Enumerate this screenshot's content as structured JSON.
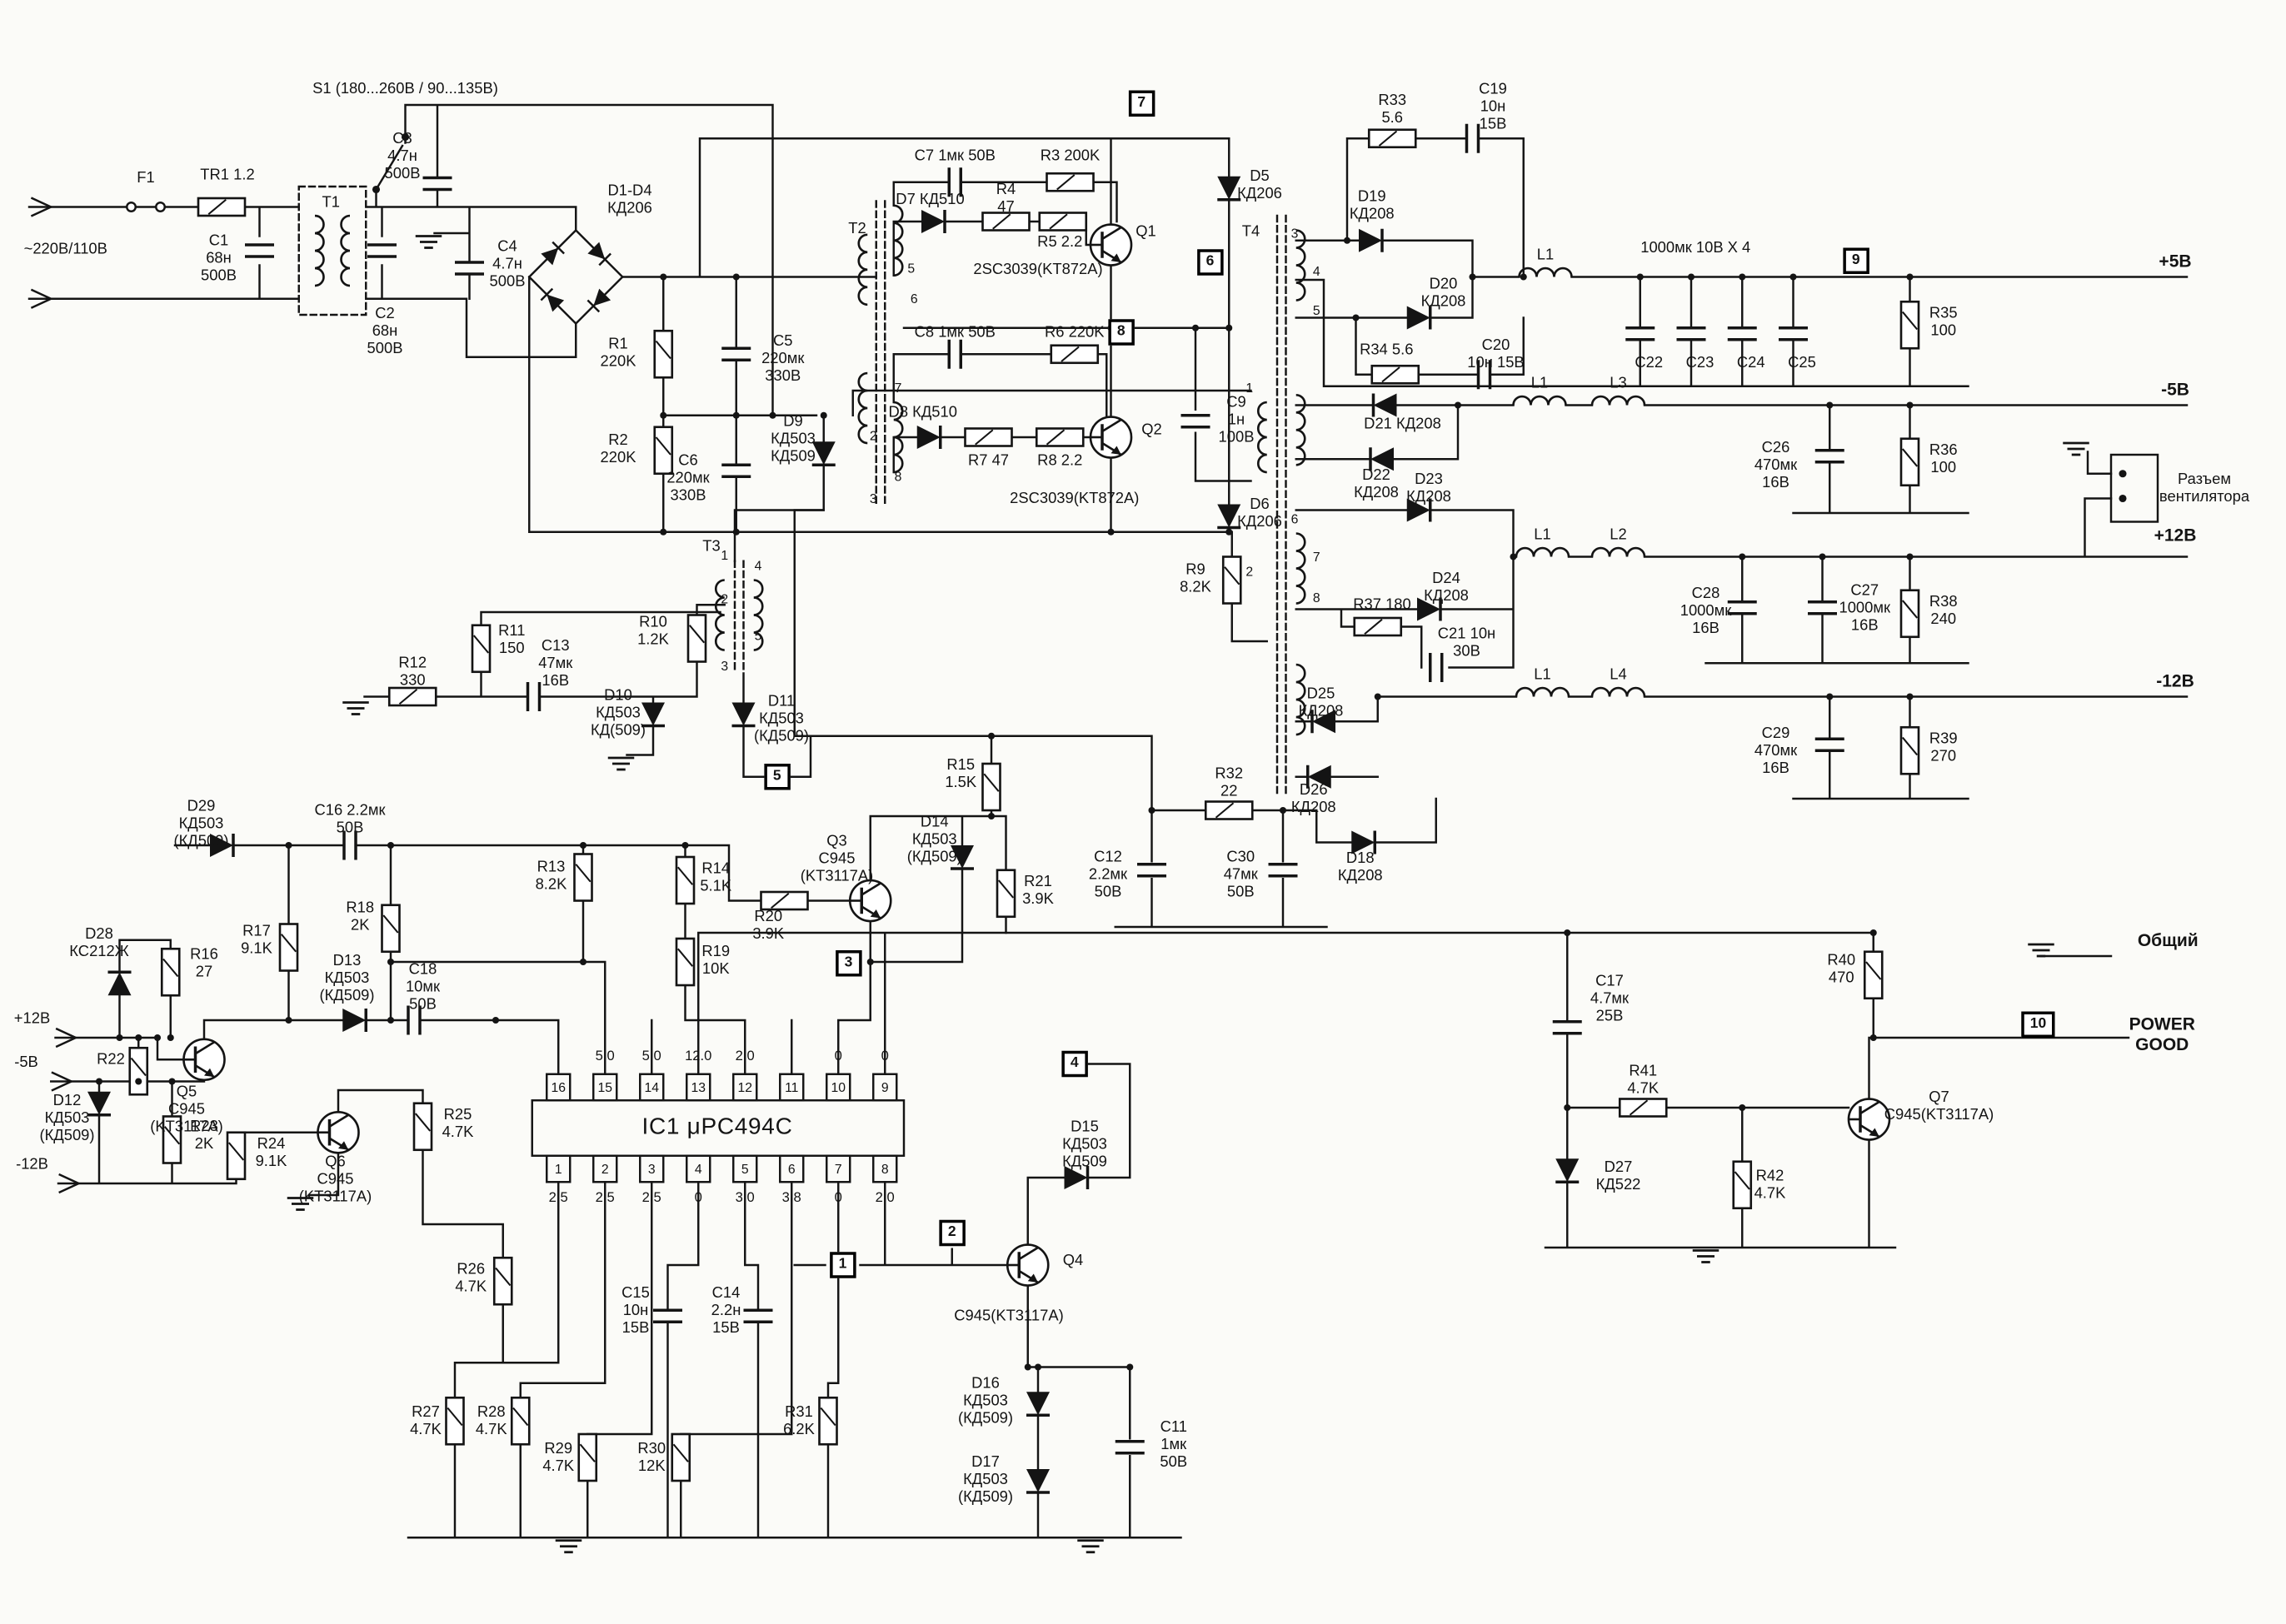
{
  "io": {
    "ac_input": "~220В/110В",
    "out_p5": "+5В",
    "out_m5": "-5В",
    "out_p12": "+12В",
    "out_m12": "-12В",
    "common": "Общий",
    "power_good": "POWER\nGOOD",
    "fan": "Разъем\nвентилятора",
    "sense_p12": "+12В",
    "sense_m5": "-5В",
    "sense_m12": "-12В"
  },
  "flags": {
    "f1": "1",
    "f2": "2",
    "f3": "3",
    "f4": "4",
    "f5": "5",
    "f6": "6",
    "f7": "7",
    "f8": "8",
    "f9": "9",
    "f10": "10"
  },
  "ic1": {
    "label": "IC1 μPC494C",
    "top_pins": [
      "16",
      "15",
      "14",
      "13",
      "12",
      "11",
      "10",
      "9"
    ],
    "top_values": [
      "",
      "5.0",
      "5.0",
      "12.0",
      "2.0",
      "",
      "0",
      "0"
    ],
    "bottom_pins": [
      "1",
      "2",
      "3",
      "4",
      "5",
      "6",
      "7",
      "8"
    ],
    "bottom_values": [
      "2.5",
      "2.5",
      "2.5",
      "0",
      "3.0",
      "3.8",
      "0",
      "2.0"
    ]
  },
  "transformers": {
    "t1": "T1",
    "t2": "T2",
    "t3": "T3",
    "t4": "T4",
    "t2_pins": [
      "5",
      "6",
      "7",
      "2",
      "8",
      "3"
    ],
    "t3_pins": [
      "1",
      "4",
      "2",
      "5",
      "3"
    ],
    "t4_pins": [
      "3",
      "4",
      "5",
      "1",
      "2",
      "6",
      "7",
      "8"
    ]
  },
  "components": {
    "f1": "F1",
    "tr1": "TR1 1.2",
    "c1": "C1\n68н\n500В",
    "c2": "C2\n68н\n500В",
    "s1": "S1 (180...260В / 90...135В)",
    "c3": "C3\n4.7н\n500В",
    "c4": "C4\n4.7н\n500В",
    "d1_4": "D1-D4\nКД206",
    "r1": "R1\n220K",
    "r2": "R2\n220K",
    "c5": "C5\n220мк\n330В",
    "c6": "C6\n220мк\n330В",
    "d9": "D9\nКД503\nКД509",
    "c7": "C7 1мк  50В",
    "d7": "D7 КД510",
    "r4": "R4\n47",
    "r3": "R3 200K",
    "r5": "R5 2.2",
    "q1": "Q1",
    "q1_type": "2SC3039(KT872A)",
    "d5": "D5\nКД206",
    "c8": "C8 1мк  50В",
    "d8": "D8 КД510",
    "r6": "R6 220K",
    "r7": "R7 47",
    "r8": "R8 2.2",
    "q2": "Q2",
    "q2_type": "2SC3039(KT872A)",
    "c9": "C9\n1н\n100В",
    "d6": "D6\nКД206",
    "r9": "R9\n8.2K",
    "r33": "R33\n5.6",
    "c19": "C19\n10н\n15В",
    "d19": "D19\nКД208",
    "d20": "D20\nКД208",
    "r34": "R34 5.6",
    "c20": "C20\n10н 15В",
    "d21": "D21 КД208",
    "d22": "D22\nКД208",
    "d23": "D23\nКД208",
    "d24": "D24\nКД208",
    "r37": "R37 180",
    "c21": "C21 10н\n30В",
    "d25": "D25\nКД208",
    "d26": "D26\nКД208",
    "d18": "D18\nКД208",
    "r32": "R32\n22",
    "c12": "C12\n2.2мк\n50В",
    "c30": "C30\n47мк\n50В",
    "l1a": "L1",
    "l1b": "L1",
    "l1c": "L1",
    "l1d": "L1",
    "l2": "L2",
    "l3": "L3",
    "l4": "L4",
    "cap_bank": "1000мк  10В X 4",
    "c22": "C22",
    "c23": "C23",
    "c24": "C24",
    "c25": "C25",
    "r35": "R35\n100",
    "c26": "C26\n470мк\n16В",
    "r36": "R36\n100",
    "c28": "C28\n1000мк\n16В",
    "c27": "C27\n1000мк\n16В",
    "r38": "R38\n240",
    "c29": "C29\n470мк\n16В",
    "r39": "R39\n270",
    "r10": "R10\n1.2K",
    "r11": "R11\n150",
    "c13": "C13\n47мк\n16В",
    "r12": "R12\n330",
    "d10": "D10\nКД503\nКД(509)",
    "d11": "D11\nКД503\n(КД509)",
    "r15": "R15\n1.5K",
    "d14": "D14\nКД503\n(КД509)",
    "r21": "R21\n3.9K",
    "q3": "Q3\nC945\n(KT3117A)",
    "r20": "R20\n3.9K",
    "c16": "C16 2.2мк\n50В",
    "d29": "D29\nКД503\n(КД509)",
    "r17": "R17\n9.1K",
    "r18": "R18\n2K",
    "r13": "R13\n8.2K",
    "r14": "R14\n5.1K",
    "r19": "R19\n10K",
    "d13": "D13\nКД503\n(КД509)",
    "c18": "C18\n10мк\n50В",
    "d28": "D28\nКС212Ж",
    "r16": "R16\n27",
    "q5": "Q5\nC945\n(KT3117A)",
    "r22": "R22",
    "d12": "D12\nКД503\n(КД509)",
    "r23": "R23\n2K",
    "r24": "R24\n9.1K",
    "q6": "Q6\nC945\n(KT3117A)",
    "r25": "R25\n4.7K",
    "d15": "D15\nКД503\nКД509",
    "q4": "Q4",
    "q4_type": "C945(KT3117A)",
    "r26": "R26\n4.7K",
    "r27": "R27\n4.7K",
    "r28": "R28\n4.7K",
    "r29": "R29\n4.7K",
    "r30": "R30\n12K",
    "r31": "R31\n6.2K",
    "c15": "C15\n10н\n15В",
    "c14": "C14\n2.2н\n15В",
    "d16": "D16\nКД503\n(КД509)",
    "d17": "D17\nКД503\n(КД509)",
    "c11": "C11\n1мк\n50В",
    "c17": "C17\n4.7мк\n25В",
    "r40": "R40\n470",
    "r41": "R41\n4.7K",
    "q7": "Q7\nC945(KT3117A)",
    "d27": "D27\nКД522",
    "r42": "R42\n4.7K"
  }
}
